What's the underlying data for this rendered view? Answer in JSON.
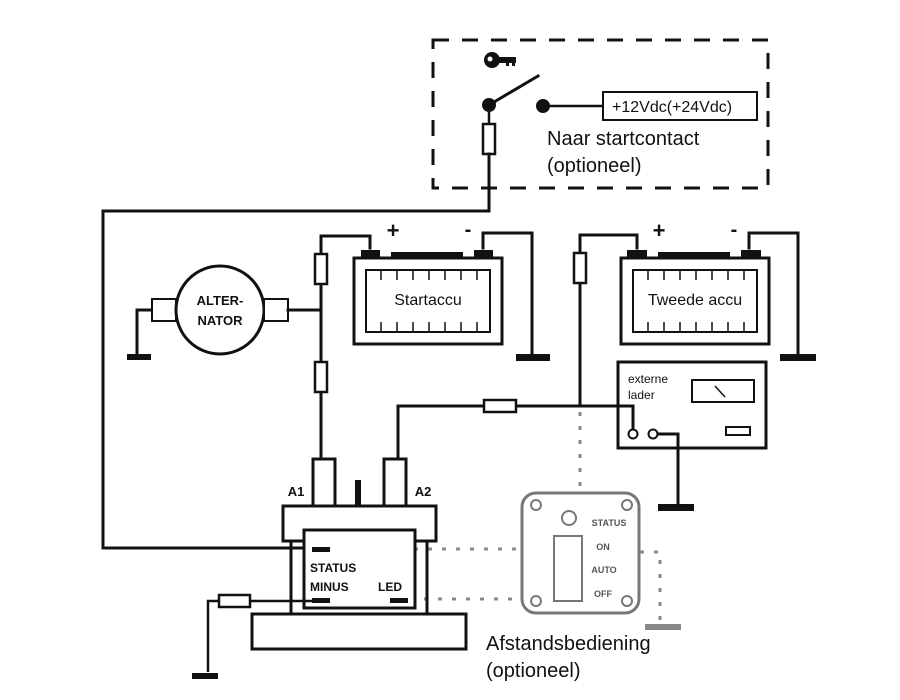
{
  "ignition": {
    "voltage_label": "+12Vdc(+24Vdc)",
    "caption_line1": "Naar startcontact",
    "caption_line2": "(optioneel)"
  },
  "alternator": {
    "line1": "ALTER-",
    "line2": "NATOR"
  },
  "start_battery": {
    "label": "Startaccu",
    "plus": "+",
    "minus": "-"
  },
  "second_battery": {
    "label": "Tweede accu",
    "plus": "+",
    "minus": "-"
  },
  "charger": {
    "line1": "externe",
    "line2": "lader"
  },
  "relay": {
    "terminal_a1": "A1",
    "terminal_a2": "A2",
    "status_label": "STATUS",
    "minus_label": "MINUS",
    "led_label": "LED"
  },
  "remote": {
    "status": "STATUS",
    "on": "ON",
    "auto": "AUTO",
    "off": "OFF",
    "caption_line1": "Afstandsbediening",
    "caption_line2": "(optioneel)"
  },
  "colors": {
    "wire": "#111111",
    "optional_wire": "#888888",
    "remote_panel": "#777777"
  }
}
